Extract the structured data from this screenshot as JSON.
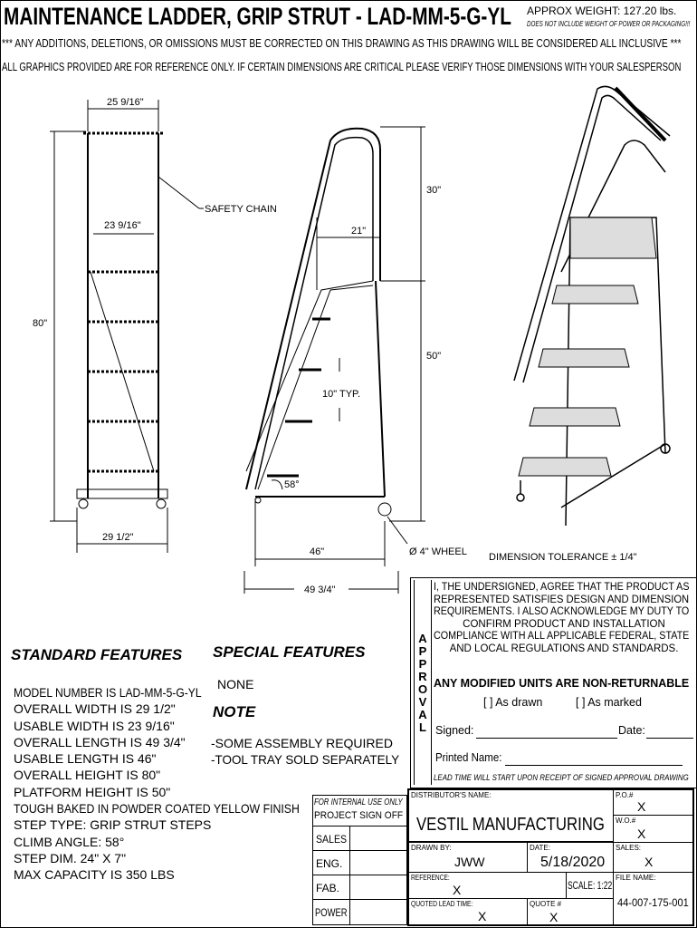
{
  "header": {
    "title": "MAINTENANCE LADDER, GRIP STRUT - LAD-MM-5-G-YL",
    "approx_weight": "APPROX WEIGHT: 127.20 lbs.",
    "weight_note": "DOES NOT INCLUDE WEIGHT OF POWER OR PACKAGING!!!",
    "notice_1": "*** ANY ADDITIONS, DELETIONS, OR OMISSIONS MUST BE CORRECTED ON THIS DRAWING AS THIS DRAWING WILL BE CONSIDERED ALL INCLUSIVE ***",
    "notice_2": "ALL GRAPHICS PROVIDED ARE FOR REFERENCE ONLY. IF CERTAIN DIMENSIONS ARE CRITICAL PLEASE VERIFY THOSE DIMENSIONS WITH YOUR SALESPERSON"
  },
  "drawing": {
    "front": {
      "top_width": "25 9/16\"",
      "inner_width": "23 9/16\"",
      "height": "80\"",
      "base_width": "29 1/2\"",
      "safety_chain": "SAFETY CHAIN"
    },
    "side": {
      "top": "30\"",
      "platform_depth": "21\"",
      "platform_height": "50\"",
      "step_spacing": "10\" TYP.",
      "angle": "58°",
      "base": "46\"",
      "overall_length": "49 3/4\"",
      "wheel": "Ø 4\" WHEEL"
    },
    "tolerance": "DIMENSION TOLERANCE ± 1/4\""
  },
  "standard_features": {
    "heading": "STANDARD FEATURES",
    "items": [
      "MODEL NUMBER IS LAD-MM-5-G-YL",
      "OVERALL WIDTH IS 29 1/2\"",
      "USABLE WIDTH IS 23 9/16\"",
      "OVERALL LENGTH IS 49 3/4\"",
      "USABLE LENGTH IS 46\"",
      "OVERALL HEIGHT IS 80\"",
      "PLATFORM HEIGHT IS 50\"",
      "TOUGH BAKED IN POWDER COATED YELLOW FINISH",
      "STEP TYPE: GRIP STRUT STEPS",
      "CLIMB ANGLE: 58°",
      "STEP DIM. 24\" X 7\"",
      "MAX CAPACITY IS 350 LBS"
    ]
  },
  "special_features": {
    "heading": "SPECIAL FEATURES",
    "items": [
      "NONE"
    ]
  },
  "note": {
    "heading": "NOTE",
    "items": [
      "-SOME ASSEMBLY REQUIRED",
      "-TOOL TRAY SOLD SEPARATELY"
    ]
  },
  "approval": {
    "side_label": "APPROVAL",
    "statement": [
      "I, THE UNDERSIGNED, AGREE THAT THE PRODUCT AS",
      "REPRESENTED SATISFIES DESIGN AND DIMENSION",
      "REQUIREMENTS.  I ALSO ACKNOWLEDGE MY DUTY TO",
      "CONFIRM PRODUCT AND INSTALLATION",
      "COMPLIANCE WITH ALL APPLICABLE FEDERAL, STATE",
      "AND LOCAL REGULATIONS AND STANDARDS."
    ],
    "warning": "ANY MODIFIED UNITS ARE NON-RETURNABLE",
    "option_drawn": "[   ] As drawn",
    "option_marked": "[   ] As marked",
    "signed": "Signed:",
    "date": "Date:",
    "printed_name": "Printed Name:",
    "lead_time_note": "LEAD TIME WILL START UPON RECEIPT OF SIGNED APPROVAL DRAWING"
  },
  "internal": {
    "line1": "FOR INTERNAL USE ONLY",
    "line2": "PROJECT SIGN OFF",
    "rows": [
      "SALES",
      "ENG.",
      "FAB.",
      "POWER"
    ]
  },
  "title_block": {
    "distributor_label": "DISTRIBUTOR'S NAME:",
    "distributor": "VESTIL MANUFACTURING",
    "po_label": "P.O.#",
    "po": "X",
    "wo_label": "W.O.#",
    "wo": "X",
    "drawn_by_label": "DRAWN BY:",
    "drawn_by": "JWW",
    "date_label": "DATE:",
    "date": "5/18/2020",
    "sales_label": "SALES:",
    "sales": "X",
    "reference_label": "REFERENCE:",
    "reference": "X",
    "scale": "SCALE: 1:22",
    "file_name_label": "FILE NAME:",
    "file_name": "44-007-175-001",
    "lead_time_label": "QUOTED LEAD TIME:",
    "lead_time": "X",
    "quote_label": "QUOTE #",
    "quote": "X"
  }
}
